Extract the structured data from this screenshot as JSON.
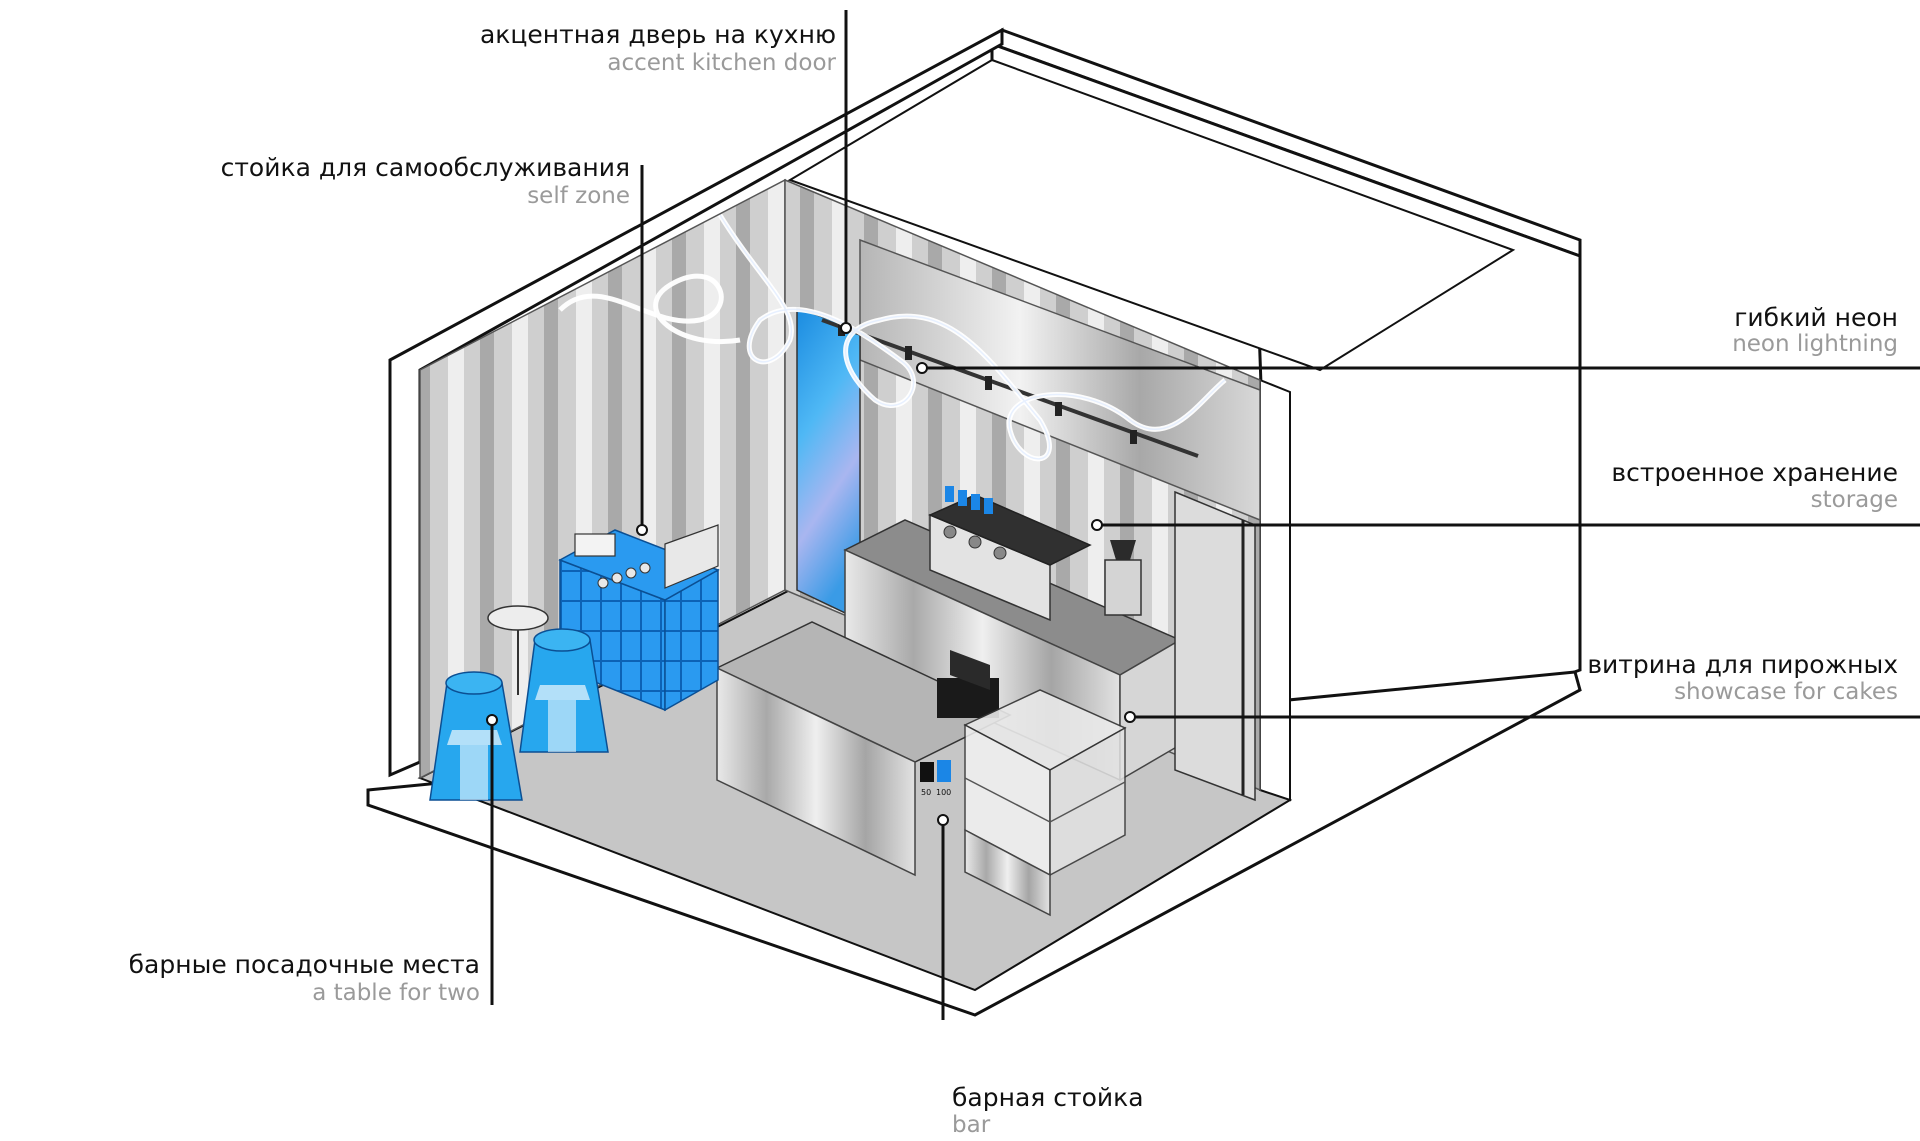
{
  "colors": {
    "line": "#111111",
    "label_ru": "#111111",
    "label_en": "#9a9a9a",
    "accent_blue": "#1e90e8",
    "steel": "#c4c4c4"
  },
  "labels": {
    "door": {
      "ru": "акцентная дверь на кухню",
      "en": "accent kitchen door"
    },
    "self_zone": {
      "ru": "стойка для самообслуживания",
      "en": "self zone"
    },
    "neon": {
      "ru": "гибкий неон",
      "en": "neon lightning"
    },
    "storage": {
      "ru": "встроенное хранение",
      "en": "storage"
    },
    "showcase": {
      "ru": "витрина для пирожных",
      "en": "showcase for cakes"
    },
    "seating": {
      "ru": "барные посадочные места",
      "en": "a table for two"
    },
    "bar": {
      "ru": "барная стойка",
      "en": "bar"
    }
  },
  "price_tags": [
    "50",
    "100"
  ]
}
